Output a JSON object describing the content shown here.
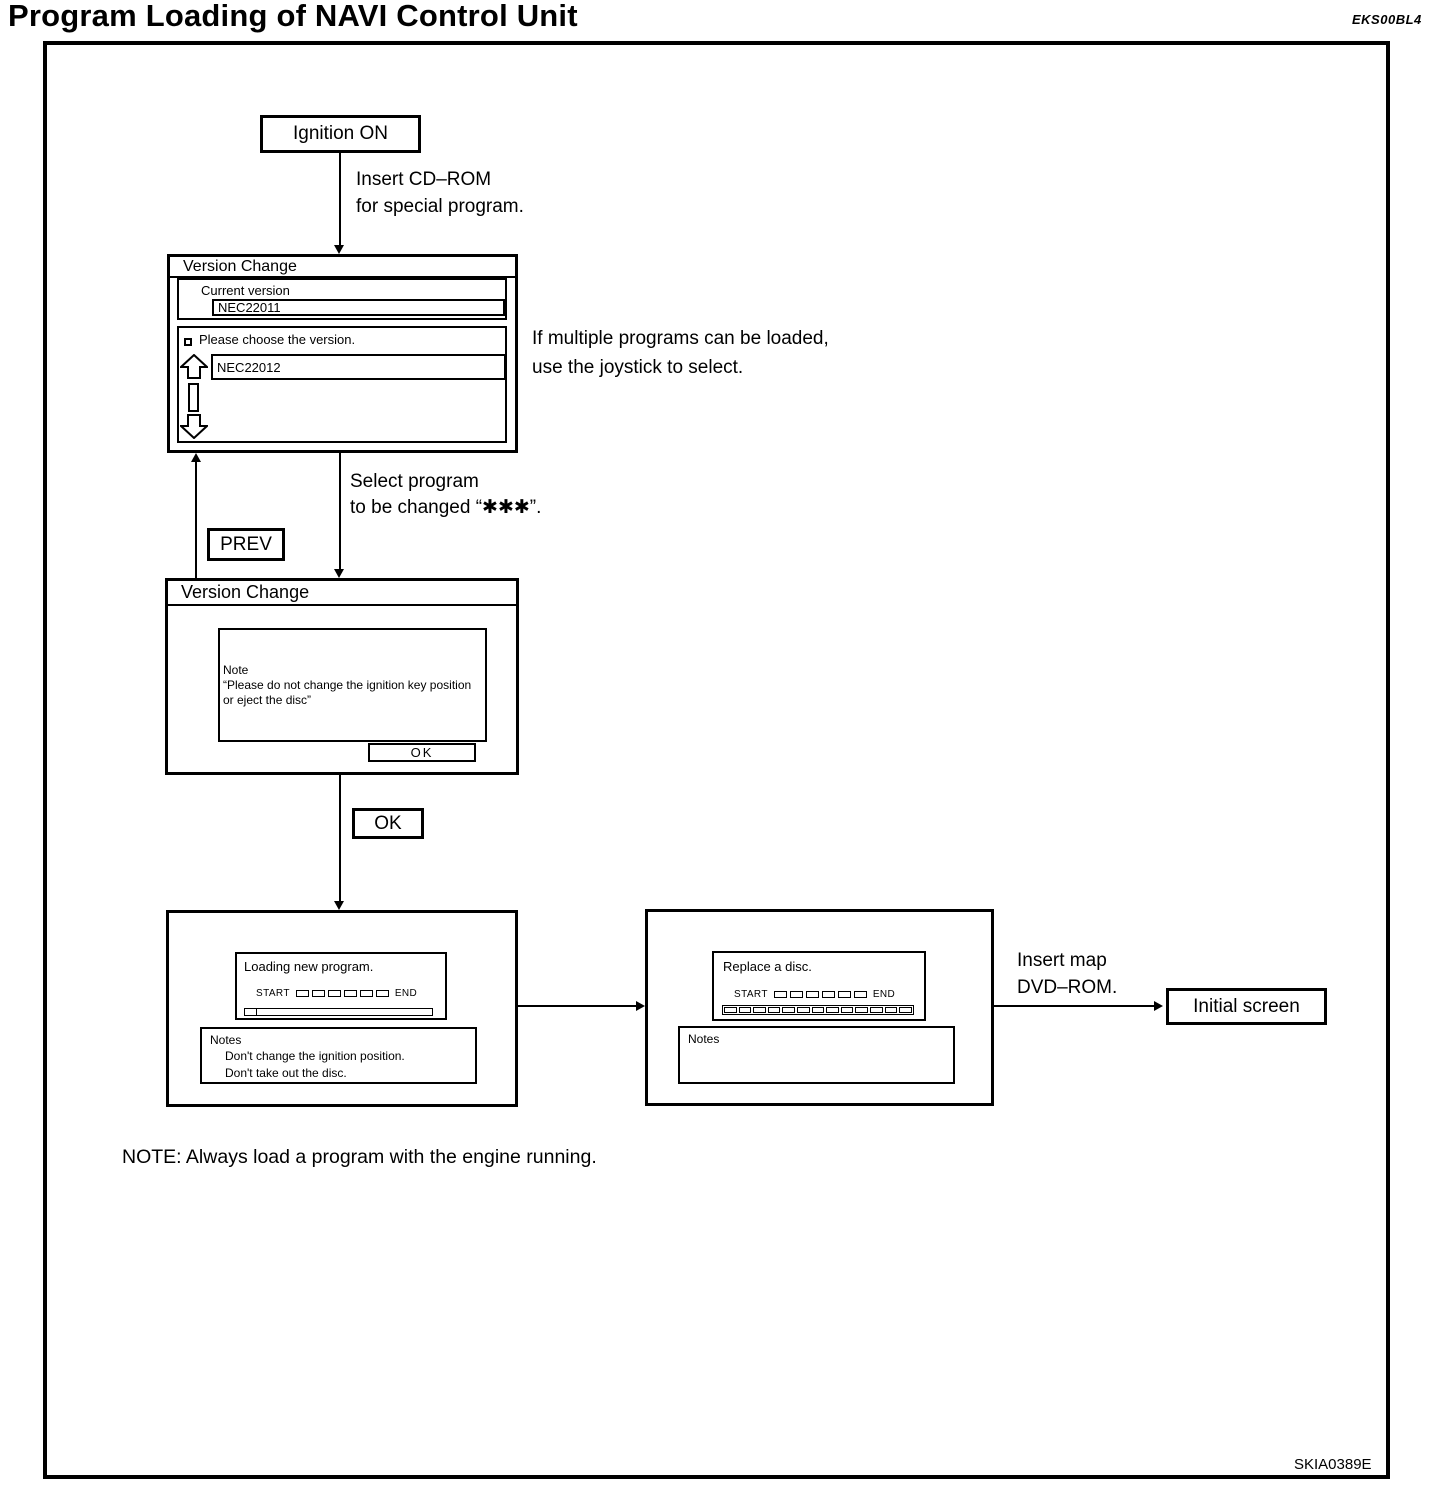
{
  "page": {
    "title": "Program Loading of NAVI Control Unit",
    "doc_code": "EKS00BL4",
    "figure_code": "SKIA0389E",
    "footnote": "NOTE: Always load a program with the engine running."
  },
  "nodes": {
    "ignition_label": "Ignition ON",
    "prev_label": "PREV",
    "ok_label": "OK",
    "initial_label": "Initial screen"
  },
  "annotations": {
    "insert_cd_line1": "Insert CD–ROM",
    "insert_cd_line2": "for special program.",
    "multi_line1": "If multiple programs can be loaded,",
    "multi_line2": "use the joystick to select.",
    "select_line1": "Select program",
    "select_line2": "to be changed “✱✱✱”.",
    "insert_map_line1": "Insert map",
    "insert_map_line2": "DVD–ROM."
  },
  "screen1": {
    "title": "Version Change",
    "current_version_label": "Current version",
    "current_version_value": "NEC22011",
    "choose_label": "Please choose the version.",
    "choose_value": "NEC22012"
  },
  "screen2": {
    "title": "Version Change",
    "note_line1": "Note",
    "note_line2": "“Please do not change the ignition key position",
    "note_line3": "or eject the disc”",
    "ok_label": "OK"
  },
  "screen3": {
    "message": "Loading new program.",
    "start_label": "START",
    "end_label": "END",
    "notes_title": "Notes",
    "note1": "Don't change the ignition position.",
    "note2": "Don't take out the disc."
  },
  "screen4": {
    "message": "Replace a disc.",
    "start_label": "START",
    "end_label": "END",
    "notes_title": "Notes"
  }
}
